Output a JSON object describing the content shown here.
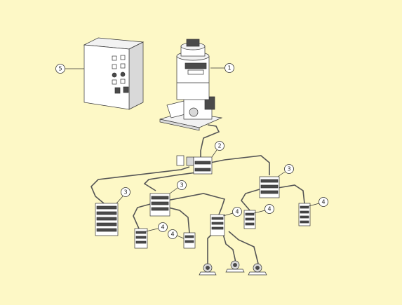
{
  "colors": {
    "background": "#fdf8c6",
    "line": "#333333",
    "part_fill": "#ffffff",
    "part_shade": "#d9d9d9",
    "part_dark": "#4a4a4a"
  },
  "callouts": {
    "pump": "1",
    "main_distributor": "2",
    "secondary_distributor_left": "3",
    "secondary_distributor_center": "3",
    "secondary_distributor_right": "3",
    "lube_block_a": "4",
    "lube_block_b": "4",
    "lube_block_c": "4",
    "lube_block_d": "4",
    "lube_block_e": "4",
    "control_box": "5"
  }
}
